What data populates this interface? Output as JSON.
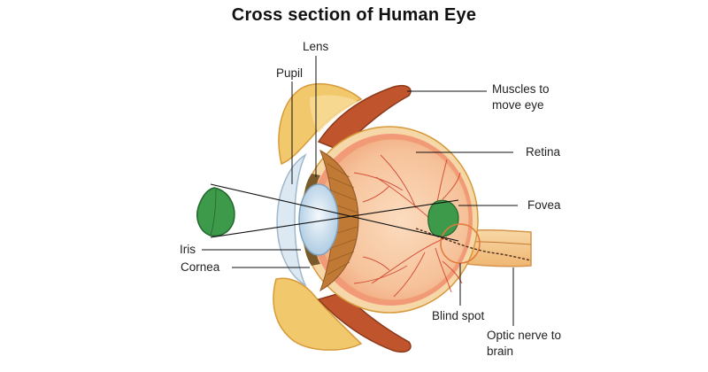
{
  "title": "Cross section of Human Eye",
  "labels": {
    "lens": "Lens",
    "pupil": "Pupil",
    "muscles": "Muscles to move eye",
    "retina": "Retina",
    "fovea": "Fovea",
    "iris": "Iris",
    "cornea": "Cornea",
    "blind_spot": "Blind spot",
    "optic_nerve": "Optic nerve to brain"
  },
  "colors": {
    "sclera": "#f6d7a8",
    "choroid": "#f29a78",
    "retina_inner": "#f7c39a",
    "vessels": "#d2452f",
    "lens": "#cfe1ef",
    "cornea": "#dde9f2",
    "iris": "#7a5a2a",
    "ciliary": "#c07a35",
    "muscle": "#c0542d",
    "bone": "#f2c86c",
    "leaf": "#3d9a4a",
    "optic_nerve": "#f4c785"
  }
}
